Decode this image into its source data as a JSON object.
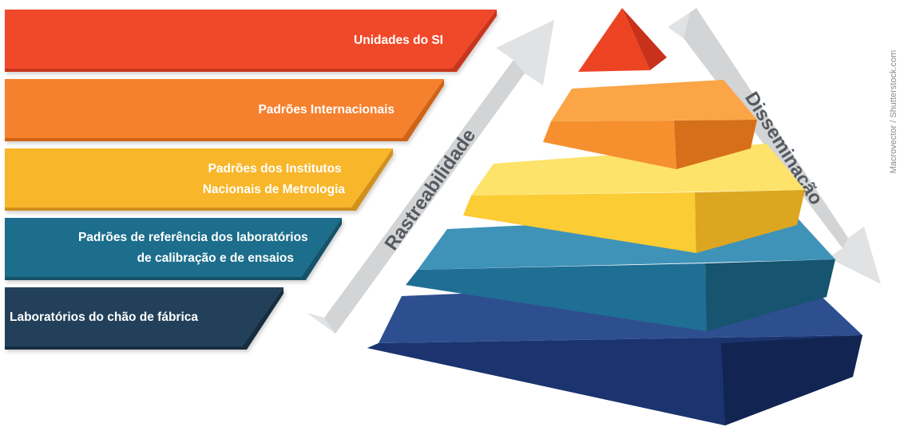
{
  "levels": [
    {
      "lines": [
        "Unidades do SI"
      ],
      "color_main": "#f04a2c",
      "color_dark": "#c8341b",
      "pyramid": {
        "top": "#f5623d",
        "front": "#ec4323",
        "side": "#c8321a"
      }
    },
    {
      "lines": [
        "Padrões Internacionais"
      ],
      "color_main": "#f5812d",
      "color_dark": "#cf6318",
      "pyramid": {
        "top": "#fba547",
        "front": "#f6902f",
        "side": "#d66f1a"
      }
    },
    {
      "lines": [
        "Padrões dos Institutos",
        "Nacionais de Metrologia"
      ],
      "color_main": "#f8b62c",
      "color_dark": "#d0901a",
      "pyramid": {
        "top": "#fde36a",
        "front": "#fbcc33",
        "side": "#dca620"
      }
    },
    {
      "lines": [
        "Padrões de referência dos laboratórios",
        "de calibração e de ensaios"
      ],
      "color_main": "#1f6e8c",
      "color_dark": "#15526b",
      "pyramid": {
        "top": "#3f93b8",
        "front": "#1f6f95",
        "side": "#17546f"
      }
    },
    {
      "lines": [
        "Laboratórios do chão de fábrica"
      ],
      "color_main": "#24405a",
      "color_dark": "#182d41",
      "pyramid": {
        "top": "#2e4f8f",
        "front": "#1b3470",
        "side": "#122552"
      }
    }
  ],
  "arrows": {
    "up_label": "Rastreabilidade",
    "down_label": "Disseminação",
    "color": "#e1e2e3"
  },
  "credit": "Macrovector / Shutterstock.com"
}
